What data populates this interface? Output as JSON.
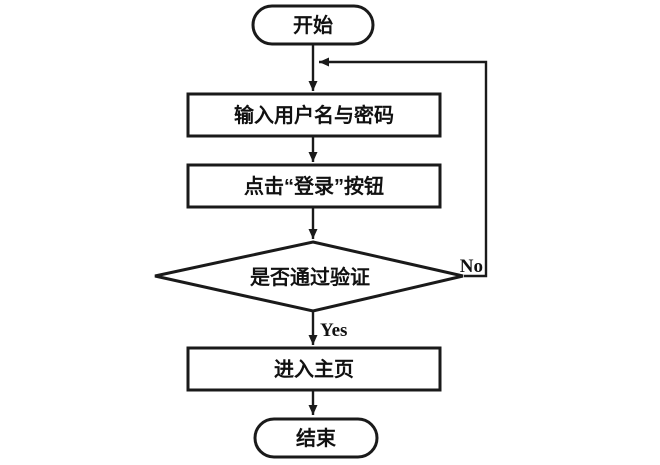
{
  "diagram": {
    "type": "flowchart",
    "background_color": "#ffffff",
    "stroke_color": "#1a1a1a",
    "text_color": "#111111",
    "nodes": {
      "start": {
        "shape": "terminator",
        "label": "开始"
      },
      "input_credentials": {
        "shape": "process",
        "label": "输入用户名与密码"
      },
      "click_login": {
        "shape": "process",
        "label": "点击“登录”按钮"
      },
      "verify_check": {
        "shape": "decision",
        "label": "是否通过验证"
      },
      "enter_home": {
        "shape": "process",
        "label": "进入主页"
      },
      "end": {
        "shape": "terminator",
        "label": "结束"
      }
    },
    "edge_labels": {
      "yes": "Yes",
      "no": "No"
    }
  }
}
